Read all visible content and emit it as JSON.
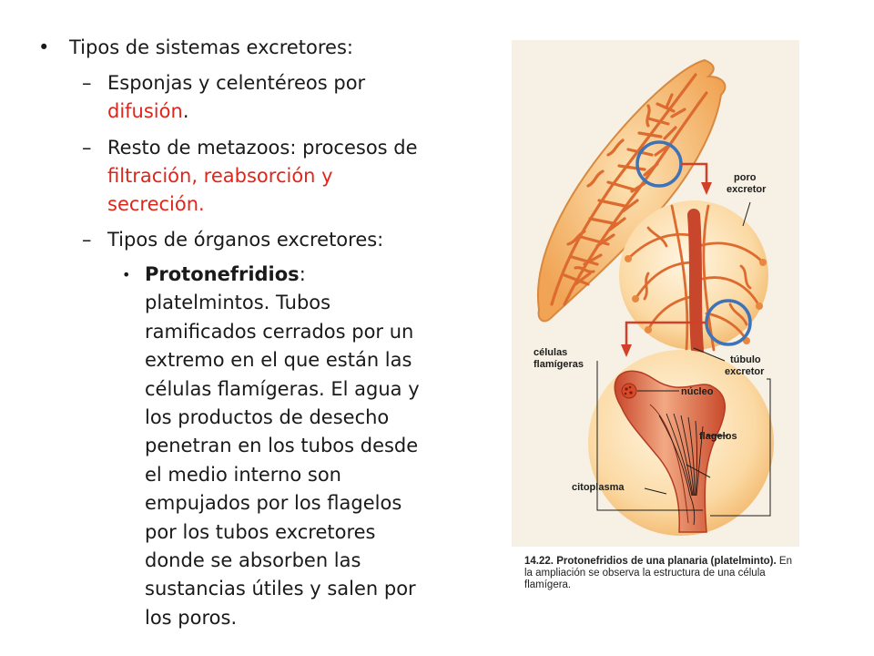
{
  "bullets": {
    "l1": "Tipos de sistemas excretores:",
    "item1_a": "Esponjas y celentéreos por",
    "item1_b": "difusión",
    "item1_c": ".",
    "item2_a": "Resto de metazoos: procesos de",
    "item2_b": "filtración, reabsorción y",
    "item2_c": "secreción.",
    "item3": "Tipos de órganos excretores:",
    "sub_bold": "Protonefridios",
    "sub_text": ": platelmintos. Tubos ramificados cerrados por un extremo en el que están las células flamígeras. El agua y los productos de desecho penetran en los tubos desde el medio interno son empujados por los flagelos por los tubos excretores donde se absorben las sustancias útiles y salen por los poros."
  },
  "figure": {
    "labels": {
      "poro_1": "poro",
      "poro_2": "excretor",
      "celulas_1": "células",
      "celulas_2": "flamígeras",
      "tubulo_1": "túbulo",
      "tubulo_2": "excretor",
      "nucleo": "núcleo",
      "flagelos": "flagelos",
      "citoplasma": "citoplasma"
    },
    "caption_number": "14.22.",
    "caption_title": "Protonefridios de una planaria (platelminto).",
    "caption_text": "En la ampliación se observa la estructura de una célula flamígera."
  },
  "colors": {
    "text": "#1a1a1a",
    "highlight": "#e0261b",
    "tissue": "#f3b06a",
    "tubule": "#d2582c",
    "circle": "#3f73b8"
  }
}
